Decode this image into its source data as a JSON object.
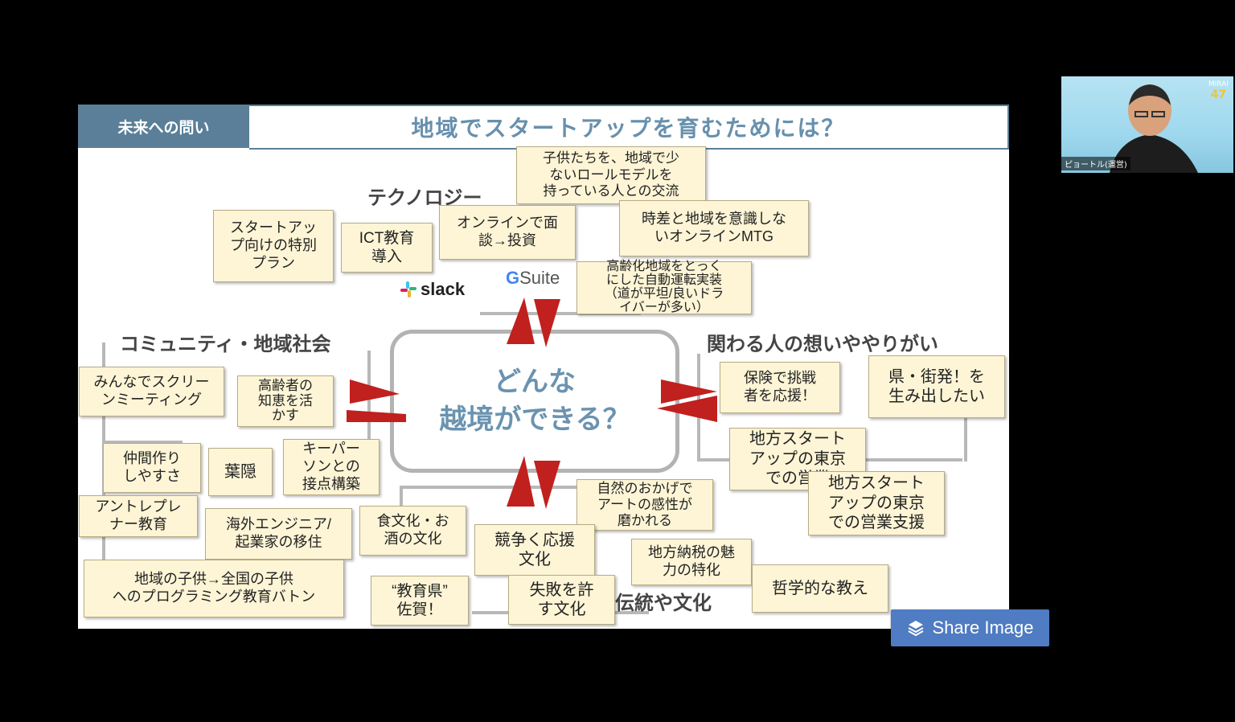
{
  "slide": {
    "header_label": "未来への問い",
    "title": "地域でスタートアップを育むためには？",
    "center_text": "どんな\n越境ができる？",
    "categories": {
      "technology": "テクノロジー",
      "community": "コミュニティ・地域社会",
      "people": "関わる人の想いややりがい",
      "tradition": "伝統や文化"
    },
    "logos": {
      "slack": "slack",
      "gsuite_g": "G",
      "gsuite": "Suite"
    },
    "notes": [
      "子供たちを、地域で少\nないロールモデルを\n持っている人との交流",
      "スタートアッ\nプ向けの特別\nプラン",
      "ICT教育\n導入",
      "オンラインで面\n談→投資",
      "時差と地域を意識しな\nいオンラインMTG",
      "高齢化地域をとっく\nにした自動運転実装\n（道が平坦/良いドラ\nイバーが多い）",
      "みんなでスクリー\nンミーティング",
      "高齢者の\n知恵を活\nかす",
      "保険で挑戦\n者を応援！",
      "県・街発！を\n生み出したい",
      "仲間作り\nしやすさ",
      "葉隠",
      "キーパー\nソンとの\n接点構築",
      "地方スタート\nアップの東京\nでの営業",
      "地方スタート\nアップの東京\nでの営業支援",
      "アントレプレ\nナー教育",
      "海外エンジニア/\n起業家の移住",
      "食文化・お\n酒の文化",
      "自然のおかげで\nアートの感性が\n磨かれる",
      "競争く応援\n文化",
      "地方納税の魅\n力の特化",
      "地域の子供→全国の子供\nへのプログラミング教育バトン",
      "“教育県”\n佐賀！",
      "失敗を許\nす文化",
      "哲学的な教え"
    ]
  },
  "video": {
    "name": "ピョートル(運営)",
    "brand_line1": "MIRAI",
    "brand_line2": "47"
  },
  "share_button": {
    "label": "Share Image",
    "icon": "layers-icon"
  },
  "colors": {
    "header_bg": "#5b7f98",
    "title_text": "#6790ad",
    "arrow": "#c0201e",
    "note_bg": "#fdf5d6",
    "share_bg": "#4f7cc2"
  }
}
